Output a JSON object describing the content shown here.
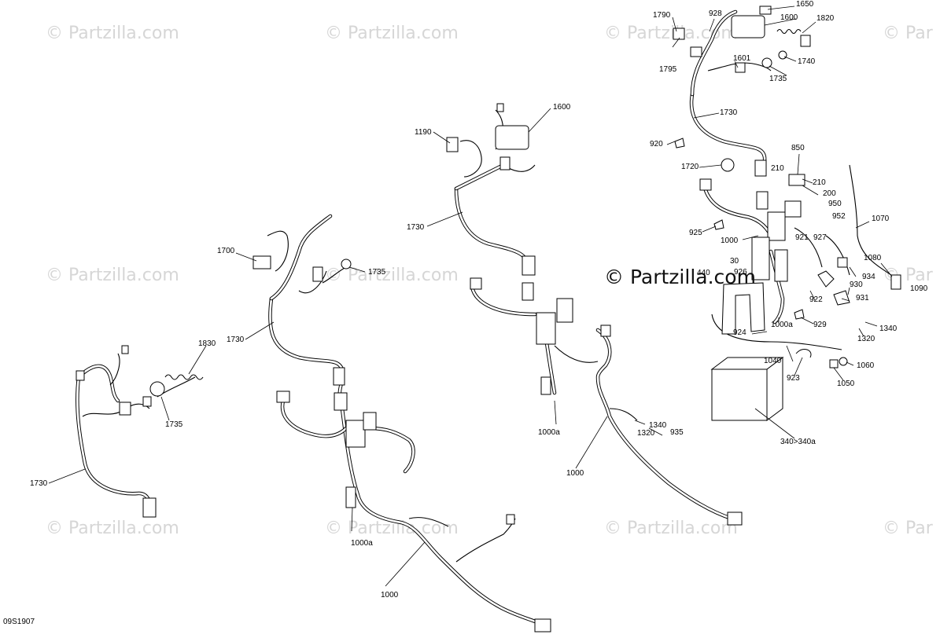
{
  "watermarks": {
    "small": "© Partzilla.com",
    "small_cut": "© Par",
    "main": "© Partzilla.com"
  },
  "diagram_code": "09S1907",
  "labels": [
    {
      "id": "l1830",
      "text": "1830"
    },
    {
      "id": "l1735a",
      "text": "1735"
    },
    {
      "id": "l1730a",
      "text": "1730"
    },
    {
      "id": "l1700",
      "text": "1700"
    },
    {
      "id": "l1735b",
      "text": "1735"
    },
    {
      "id": "l1730b",
      "text": "1730"
    },
    {
      "id": "l1000aa",
      "text": "1000a"
    },
    {
      "id": "l1000a",
      "text": "1000"
    },
    {
      "id": "l1190",
      "text": "1190"
    },
    {
      "id": "l1600a",
      "text": "1600"
    },
    {
      "id": "l1730c",
      "text": "1730"
    },
    {
      "id": "l1000ab",
      "text": "1000a"
    },
    {
      "id": "l1340a",
      "text": "1340"
    },
    {
      "id": "l1320a",
      "text": "1320"
    },
    {
      "id": "l935",
      "text": "935"
    },
    {
      "id": "l1000b",
      "text": "1000"
    },
    {
      "id": "l1790",
      "text": "1790"
    },
    {
      "id": "l928",
      "text": "928"
    },
    {
      "id": "l1650",
      "text": "1650"
    },
    {
      "id": "l1600b",
      "text": "1600"
    },
    {
      "id": "l1820",
      "text": "1820"
    },
    {
      "id": "l1795",
      "text": "1795"
    },
    {
      "id": "l1601",
      "text": "1601"
    },
    {
      "id": "l1740",
      "text": "1740"
    },
    {
      "id": "l1735c",
      "text": "1735"
    },
    {
      "id": "l1730d",
      "text": "1730"
    },
    {
      "id": "l920",
      "text": "920"
    },
    {
      "id": "l850",
      "text": "850"
    },
    {
      "id": "l1720",
      "text": "1720"
    },
    {
      "id": "l210a",
      "text": "210"
    },
    {
      "id": "l210b",
      "text": "210"
    },
    {
      "id": "l200",
      "text": "200"
    },
    {
      "id": "l950",
      "text": "950"
    },
    {
      "id": "l952",
      "text": "952"
    },
    {
      "id": "l1070",
      "text": "1070"
    },
    {
      "id": "l925",
      "text": "925"
    },
    {
      "id": "l1000c",
      "text": "1000"
    },
    {
      "id": "l921",
      "text": "921"
    },
    {
      "id": "l927",
      "text": "927"
    },
    {
      "id": "l30",
      "text": "30"
    },
    {
      "id": "l926",
      "text": "926"
    },
    {
      "id": "l440",
      "text": "440"
    },
    {
      "id": "l1080",
      "text": "1080"
    },
    {
      "id": "l1090",
      "text": "1090"
    },
    {
      "id": "l934",
      "text": "934"
    },
    {
      "id": "l922",
      "text": "922"
    },
    {
      "id": "l931",
      "text": "931"
    },
    {
      "id": "l1000ac",
      "text": "1000a"
    },
    {
      "id": "l929",
      "text": "929"
    },
    {
      "id": "l930",
      "text": "930"
    },
    {
      "id": "l924",
      "text": "924"
    },
    {
      "id": "l1340b",
      "text": "1340"
    },
    {
      "id": "l1320b",
      "text": "1320"
    },
    {
      "id": "l1040",
      "text": "1040"
    },
    {
      "id": "l1060",
      "text": "1060"
    },
    {
      "id": "l923",
      "text": "923"
    },
    {
      "id": "l1050",
      "text": "1050"
    },
    {
      "id": "l340",
      "text": "340>340a"
    }
  ]
}
